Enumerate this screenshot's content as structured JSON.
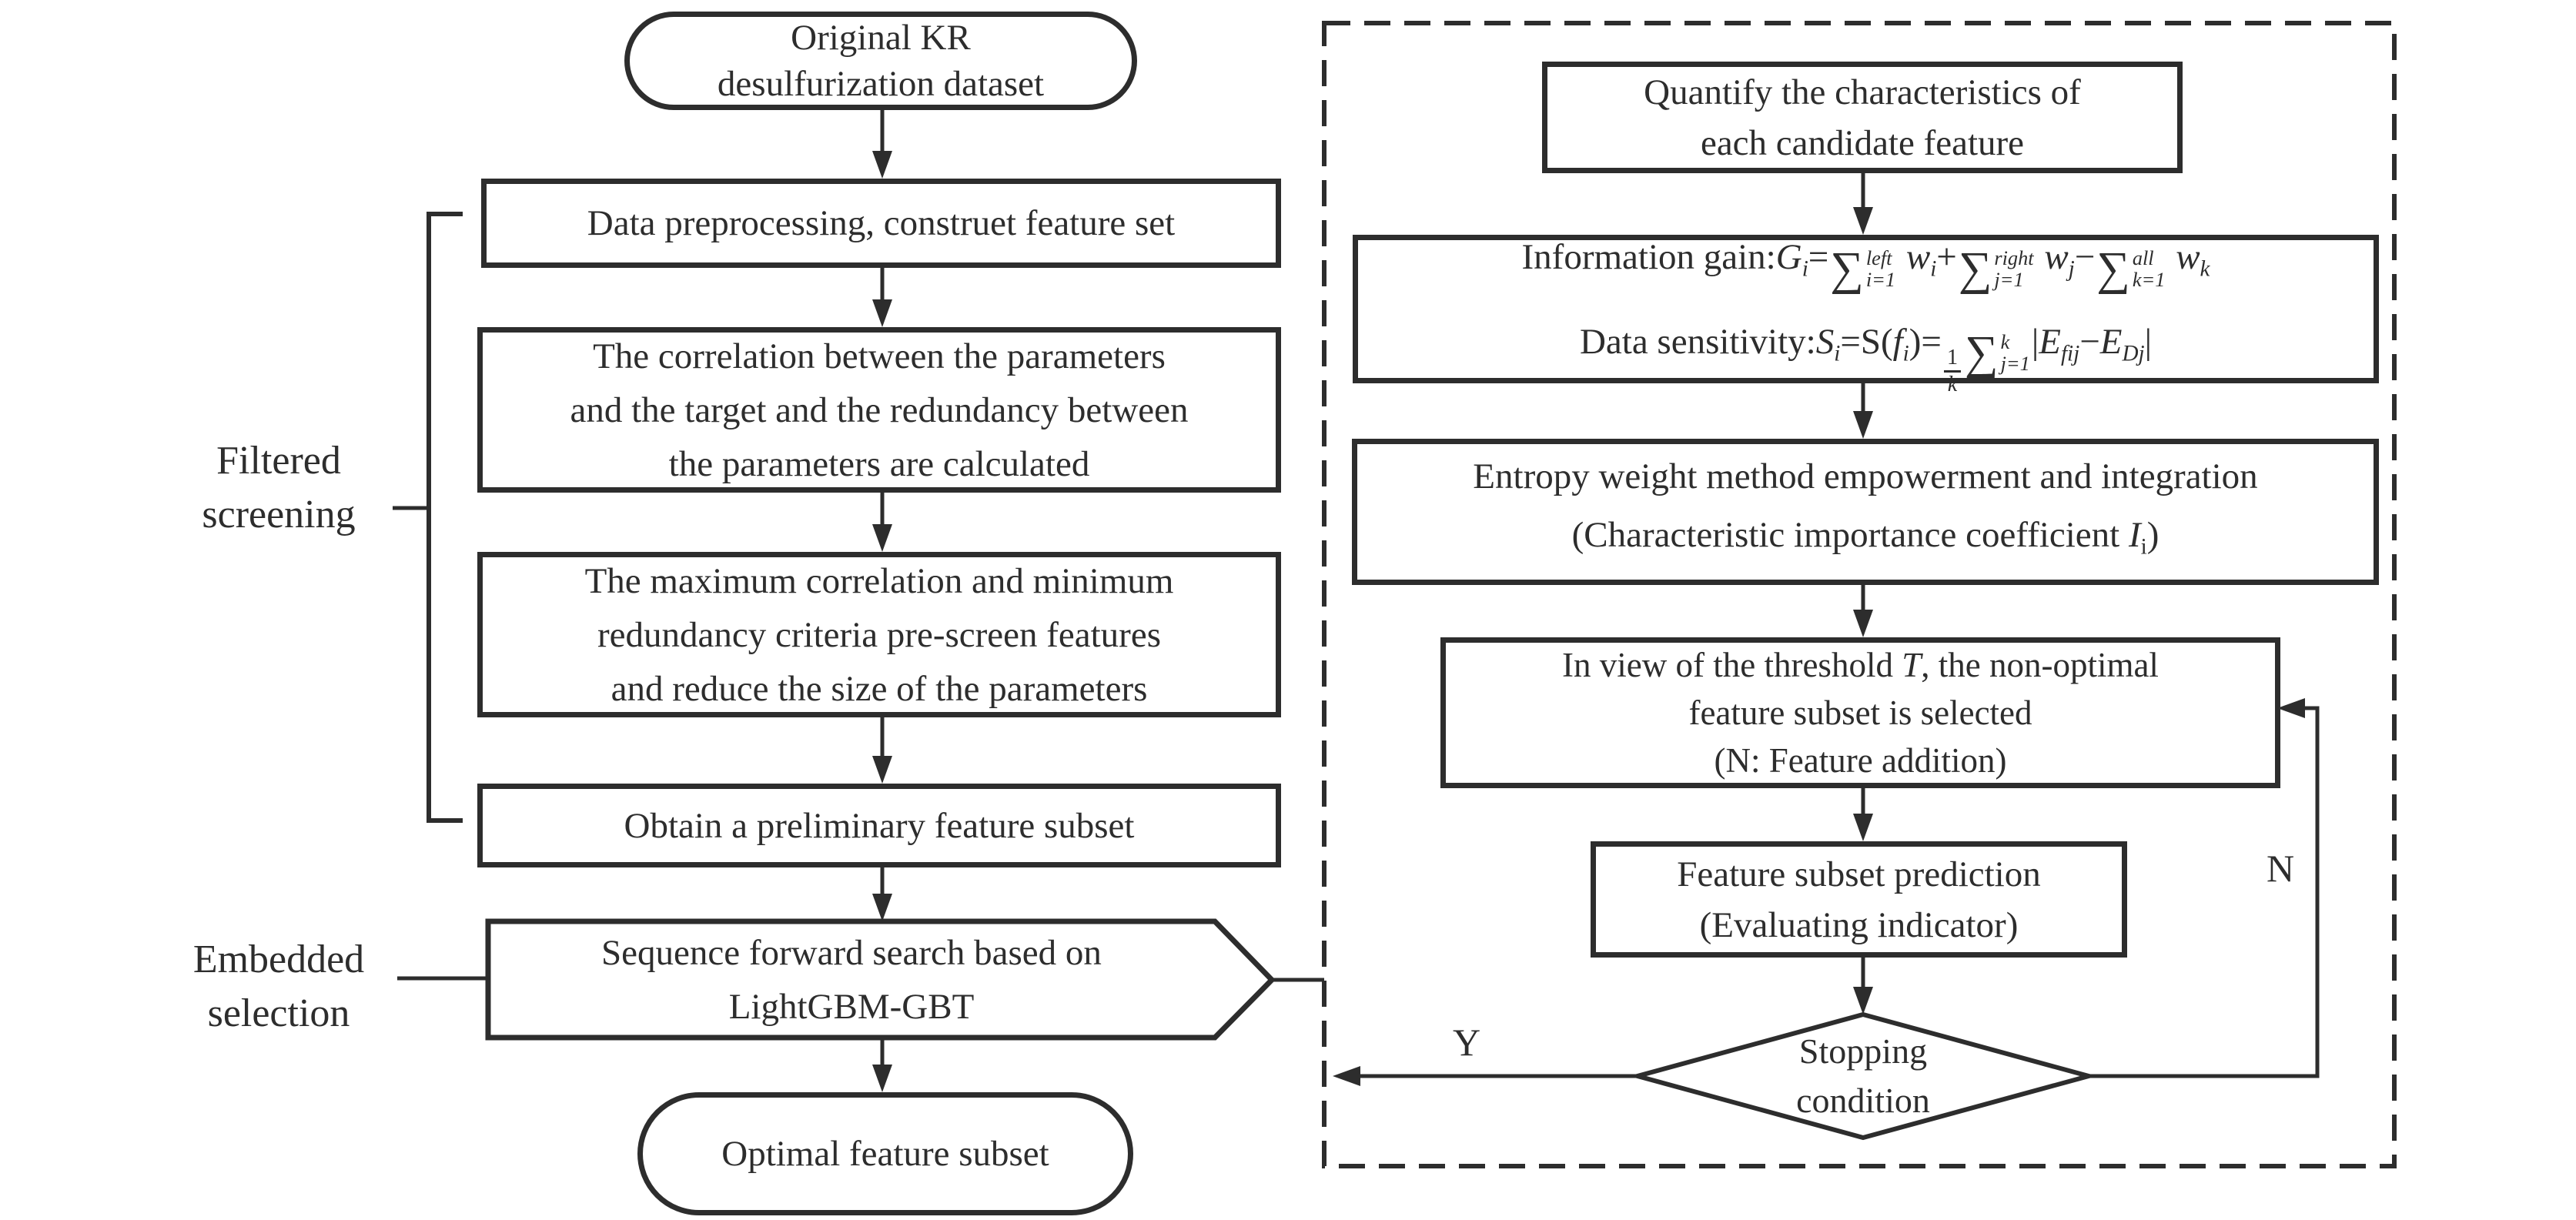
{
  "colors": {
    "ink": "#2d2d2d",
    "background": "#ffffff"
  },
  "labels": {
    "filtered": [
      "Filtered",
      "screening"
    ],
    "embedded": [
      "Embedded",
      "selection"
    ],
    "yes": "Y",
    "no": "N"
  },
  "left_flow": {
    "start_oval": [
      "Original KR",
      "desulfurization dataset"
    ],
    "preprocess_box": [
      "Data preprocessing, construet feature set"
    ],
    "correlation_box": [
      "The correlation between the parameters",
      "and the target and the redundancy between",
      "the parameters are calculated"
    ],
    "criteria_box": [
      "The maximum correlation and minimum",
      "redundancy criteria pre-screen features",
      "and reduce the size of the parameters"
    ],
    "subset_box": [
      "Obtain a preliminary feature subset"
    ],
    "search_hexagon": [
      "Sequence forward search based on",
      "LightGBM-GBT"
    ],
    "end_oval": [
      "Optimal feature subset"
    ]
  },
  "right_flow": {
    "quantify_box": [
      "Quantify the characteristics of",
      "each candidate feature"
    ],
    "formula_box": {
      "info_gain": [
        {
          "t": "Information gain:"
        },
        {
          "it": "G"
        },
        {
          "isub": "i"
        },
        {
          "t": "="
        },
        {
          "sum": {
            "sup": "left",
            "sub": "i=1"
          }
        },
        {
          "it": " w"
        },
        {
          "isub": "i"
        },
        {
          "t": "+"
        },
        {
          "sum": {
            "sup": "right",
            "sub": "j=1"
          }
        },
        {
          "it": " w"
        },
        {
          "isub": "j"
        },
        {
          "t": "−"
        },
        {
          "sum": {
            "sup": "all",
            "sub": "k=1"
          }
        },
        {
          "it": " w"
        },
        {
          "isub": "k"
        }
      ],
      "data_sensitivity": [
        {
          "t": "Data sensitivity:"
        },
        {
          "it": "S"
        },
        {
          "isub": "i"
        },
        {
          "t": "=S("
        },
        {
          "it": "f"
        },
        {
          "isub": "i"
        },
        {
          "t": ")="
        },
        {
          "frac": [
            "1",
            "k"
          ]
        },
        {
          "sum": {
            "sup": "k",
            "sub": "j=1"
          }
        },
        {
          "t": "|"
        },
        {
          "it": "E"
        },
        {
          "isub": "fij"
        },
        {
          "t": "−"
        },
        {
          "it": "E"
        },
        {
          "isub": "Dj"
        },
        {
          "t": "|"
        }
      ]
    },
    "entropy_box": {
      "line1": "Entropy weight method empowerment and integration",
      "line2": [
        {
          "t": "(Characteristic importance coefficient "
        },
        {
          "it": "I"
        },
        {
          "sub": "i"
        },
        {
          "t": ")"
        }
      ]
    },
    "threshold_box": {
      "line1": [
        {
          "t": "In view of the threshold "
        },
        {
          "it": "T"
        },
        {
          "t": ", the non-optimal"
        }
      ],
      "line2": "feature subset is selected",
      "line3": "(N: Feature addition)"
    },
    "predict_box": [
      "Feature subset prediction",
      "(Evaluating indicator)"
    ],
    "stop_diamond": [
      "Stopping",
      "condition"
    ]
  }
}
